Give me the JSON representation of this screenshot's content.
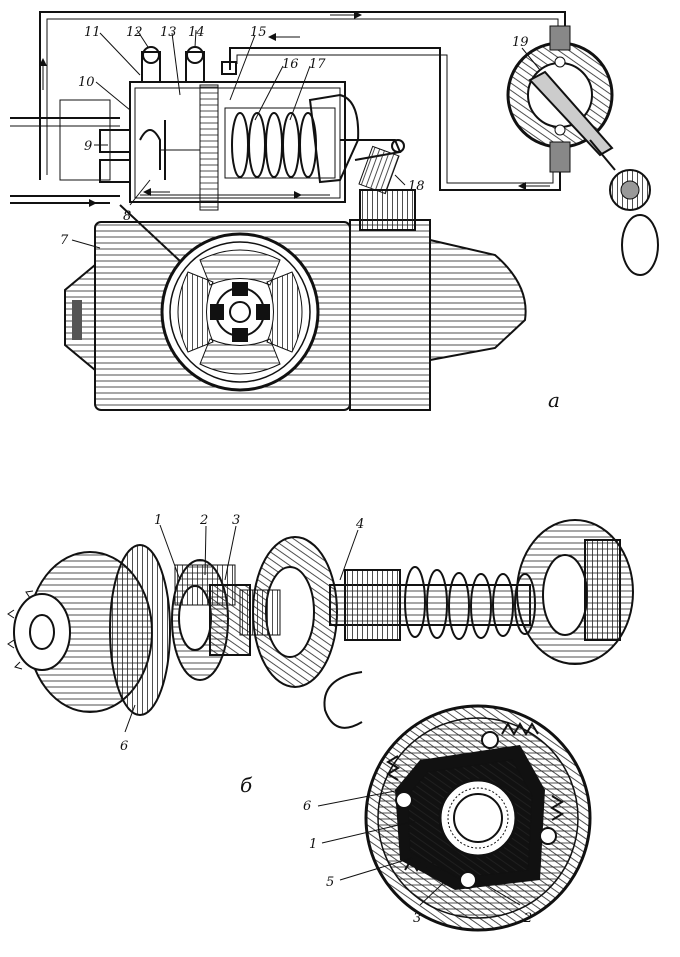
{
  "figure": {
    "panel_a_label": "а",
    "panel_b_label": "б",
    "diagram_a_labels": [
      "7",
      "8",
      "9",
      "10",
      "11",
      "12",
      "13",
      "14",
      "15",
      "16",
      "17",
      "18",
      "19"
    ],
    "diagram_b_top_labels": [
      "1",
      "2",
      "3",
      "4",
      "6"
    ],
    "diagram_b_detail_labels": [
      "6",
      "1",
      "5",
      "3",
      "2"
    ]
  }
}
